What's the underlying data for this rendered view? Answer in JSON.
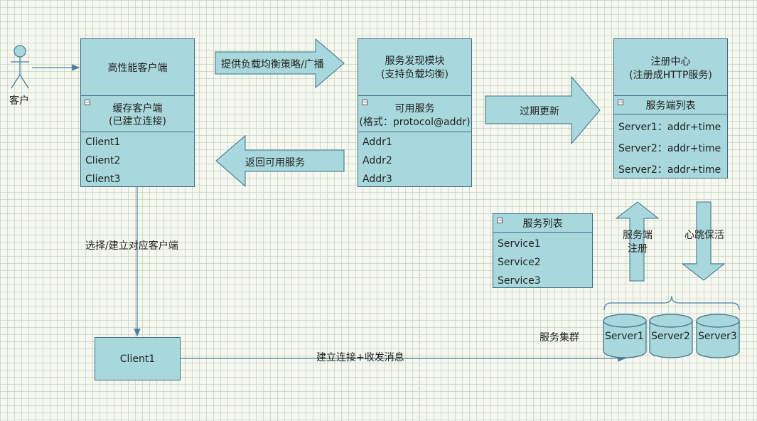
{
  "actor": {
    "label": "客户"
  },
  "hp_client": {
    "title": "高性能客户端",
    "section_line1": "缓存客户端",
    "section_line2": "(已建立连接)",
    "items": [
      "Client1",
      "Client2",
      "Client3"
    ]
  },
  "discovery": {
    "title_line1": "服务发现模块",
    "title_line2": "(支持负载均衡)",
    "section_line1": "可用服务",
    "section_line2": "(格式：protocol@addr)",
    "items": [
      "Addr1",
      "Addr2",
      "Addr3"
    ]
  },
  "registry": {
    "title_line1": "注册中心",
    "title_line2": "(注册成HTTP服务)",
    "section": "服务端列表",
    "items": [
      "Server1：addr+time",
      "Server2：addr+time",
      "Server2：addr+time"
    ]
  },
  "service_list": {
    "title": "服务列表",
    "items": [
      "Service1",
      "Service2",
      "Service3"
    ]
  },
  "arrows": {
    "lb_broadcast": "提供负载均衡策略/广播",
    "return_available": "返回可用服务",
    "expire_update": "过期更新",
    "server_register": "服务端注册",
    "heartbeat": "心跳保活"
  },
  "edges": {
    "select_client": "选择/建立对应客户端",
    "connect_msg": "建立连接+收发消息"
  },
  "cluster": {
    "label": "服务集群",
    "servers": [
      "Server1",
      "Server2",
      "Server3"
    ]
  },
  "client_box": {
    "label": "Client1"
  },
  "colors": {
    "fill": "#a8d8dc",
    "stroke": "#3c6f8a",
    "edge": "#4a7fa0",
    "background": "#f5f7f0"
  }
}
